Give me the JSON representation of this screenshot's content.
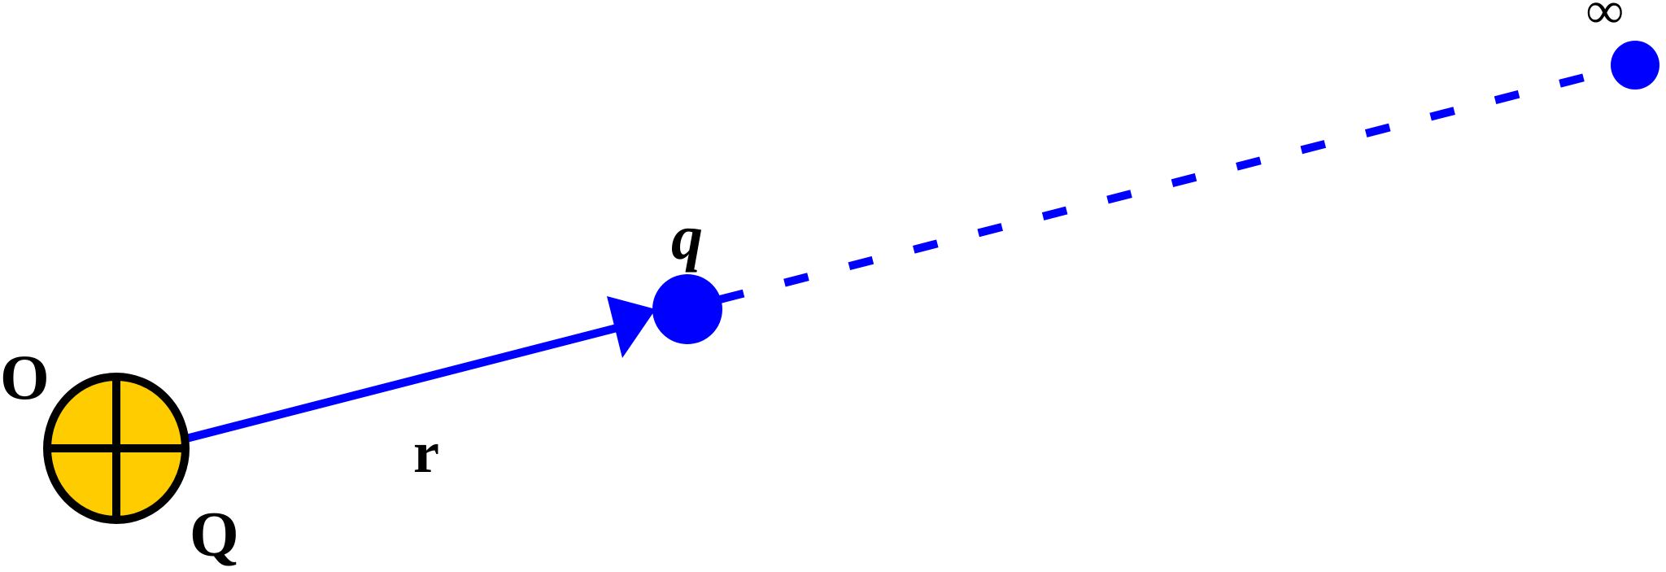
{
  "labels": {
    "origin": "O",
    "source_charge": "Q",
    "displacement": "r",
    "test_charge": "q",
    "infinity": "∞"
  },
  "colors": {
    "path": "#0000ff",
    "charge_fill": "#ffcc00",
    "outline": "#000000"
  },
  "icons": {
    "source_charge": "positive-charge-icon"
  }
}
